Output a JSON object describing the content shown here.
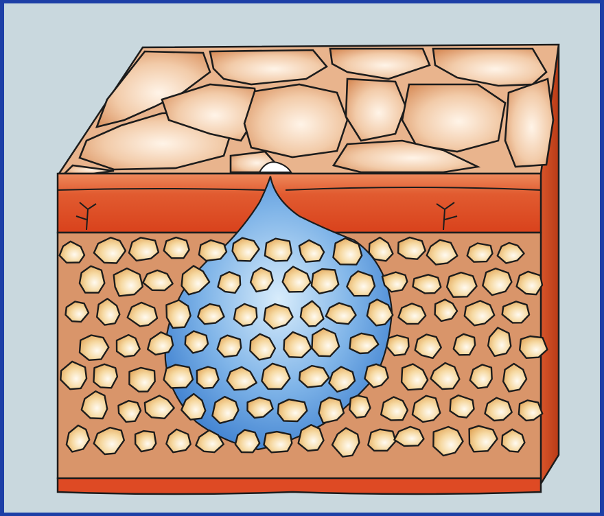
{
  "diagram": {
    "subject": "skin-cross-section",
    "layers": [
      "epidermis-surface",
      "dermis",
      "subcutaneous-fat",
      "muscle-base"
    ],
    "region": "fluid-accumulation",
    "colors": {
      "background": "#c9d8de",
      "border": "#1d3fa6",
      "skin_surface": "#f2c8a8",
      "dermis": "#de4a24",
      "fat_cell": "#f4d59c",
      "fluid": "#4f8fd8",
      "outline": "#1c1c1c"
    }
  }
}
